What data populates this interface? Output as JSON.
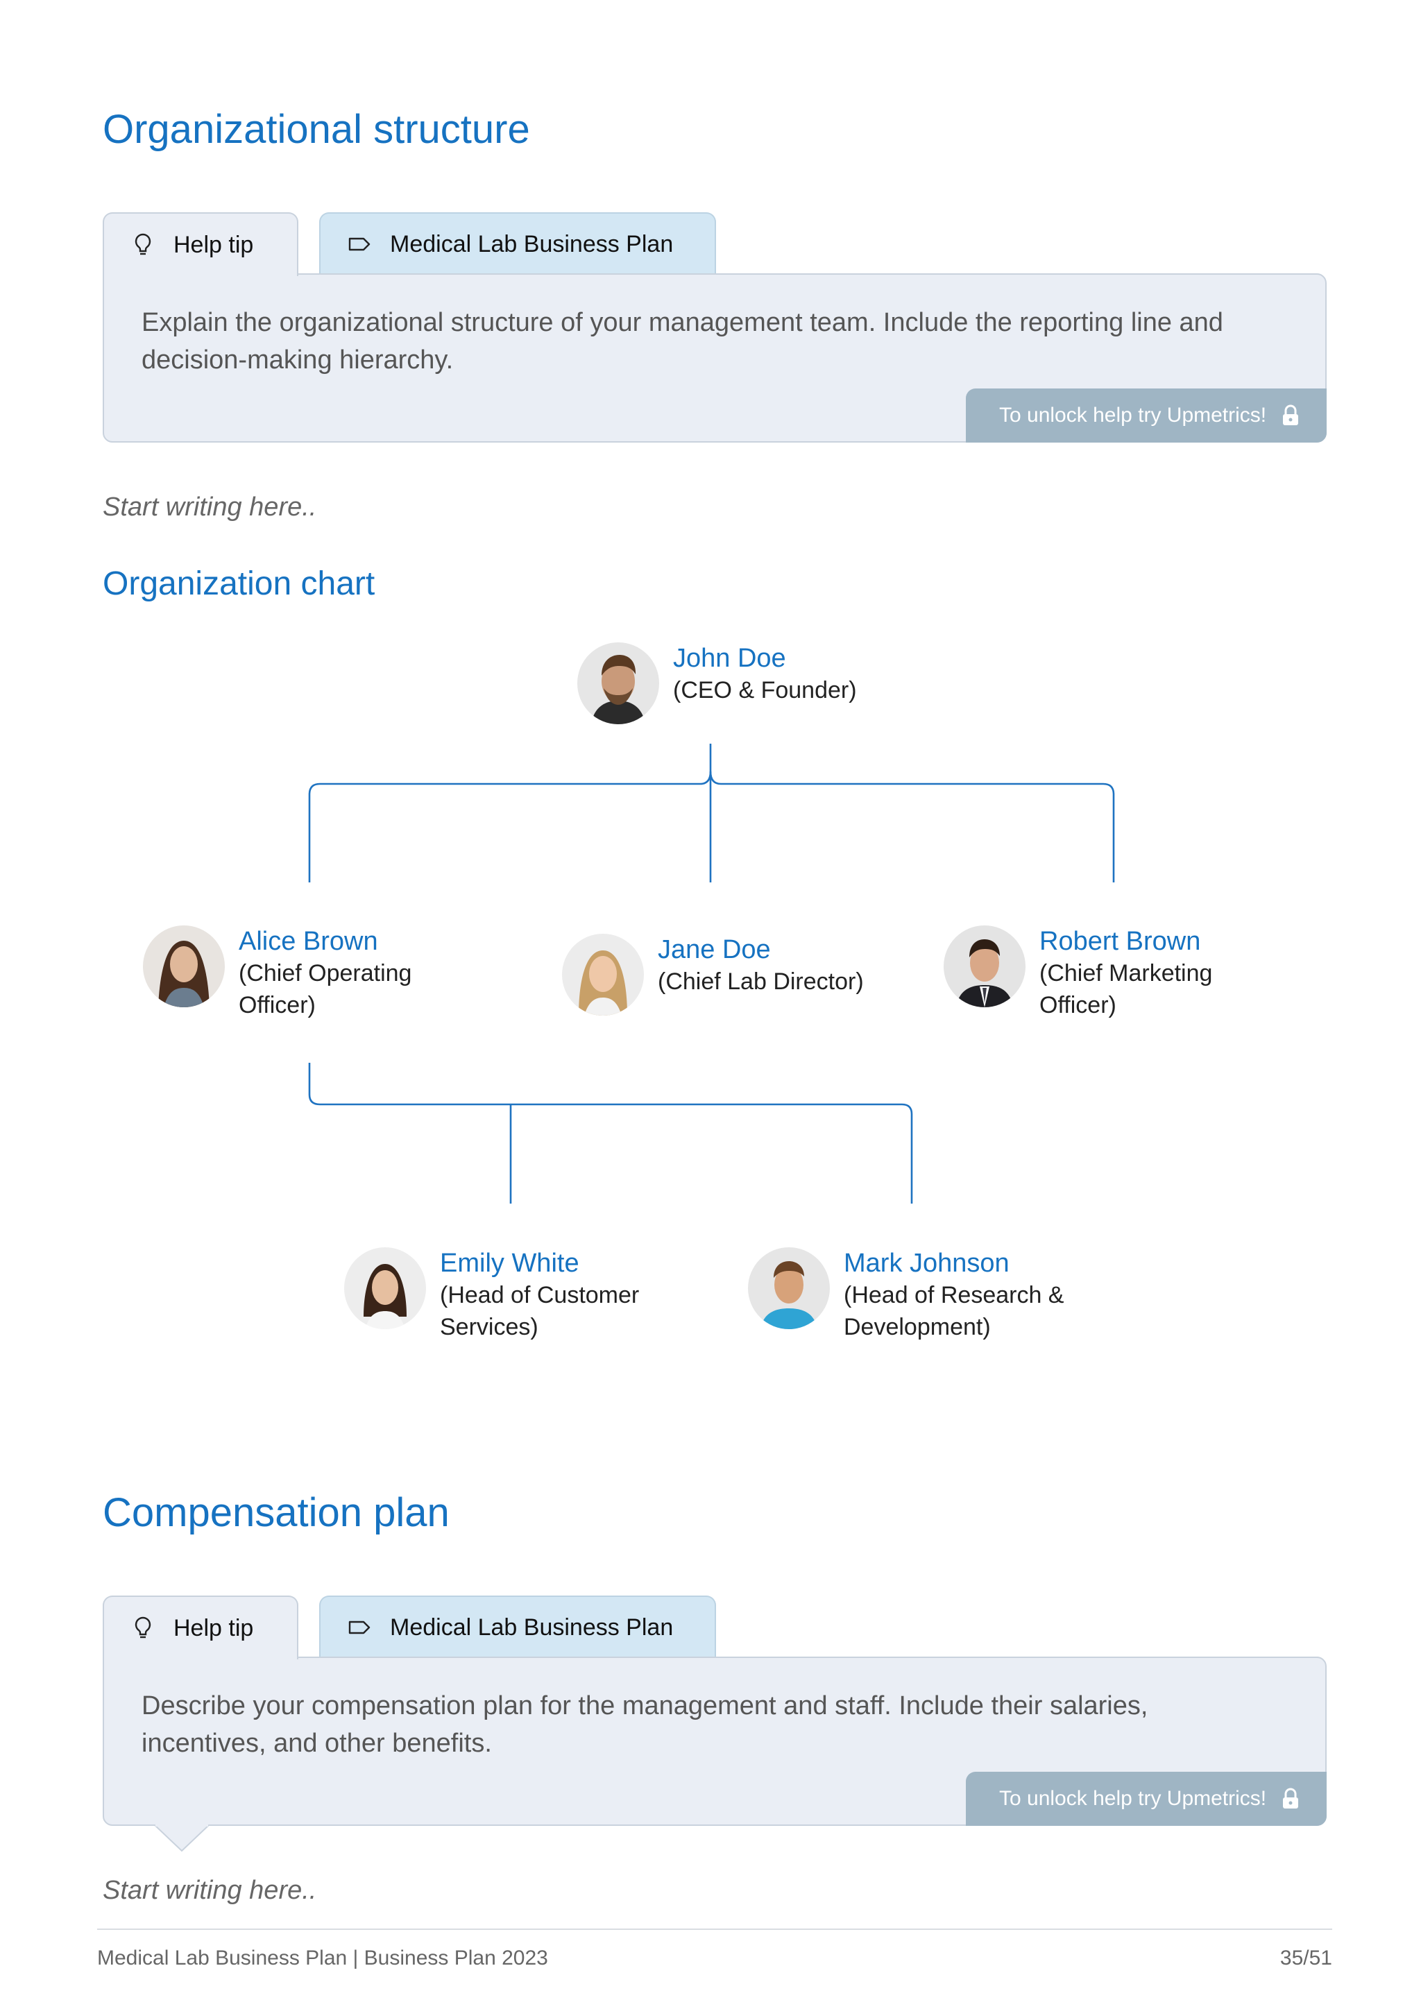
{
  "sections": {
    "org_structure": {
      "title": "Organizational structure",
      "tip_tab": "Help tip",
      "plan_tab": "Medical Lab Business Plan",
      "tip_text": "Explain the organizational structure of your management team. Include the reporting line and decision-making hierarchy.",
      "unlock": "To unlock help try Upmetrics!",
      "placeholder": "Start writing here.."
    },
    "org_chart": {
      "title": "Organization chart",
      "people": [
        {
          "name": "John Doe",
          "role": "(CEO & Founder)"
        },
        {
          "name": "Alice Brown",
          "role": "(Chief Operating Officer)"
        },
        {
          "name": "Jane Doe",
          "role": "(Chief Lab Director)"
        },
        {
          "name": "Robert Brown",
          "role": "(Chief Marketing Officer)"
        },
        {
          "name": "Emily White",
          "role": "(Head of Customer Services)"
        },
        {
          "name": "Mark Johnson",
          "role": "(Head of Research & Development)"
        }
      ]
    },
    "compensation": {
      "title": "Compensation plan",
      "tip_tab": "Help tip",
      "plan_tab": "Medical Lab Business Plan",
      "tip_text": "Describe your compensation plan for the management and staff. Include their salaries, incentives, and other benefits.",
      "unlock": "To unlock help try Upmetrics!",
      "placeholder": "Start writing here.."
    }
  },
  "footer": {
    "left": "Medical Lab Business Plan | Business Plan 2023",
    "page": "35/51"
  },
  "colors": {
    "accent": "#1672c1",
    "tip_bg": "#eaeef5",
    "plan_tab_bg": "#d3e7f4",
    "unlock_bg": "#9fb5c4"
  }
}
